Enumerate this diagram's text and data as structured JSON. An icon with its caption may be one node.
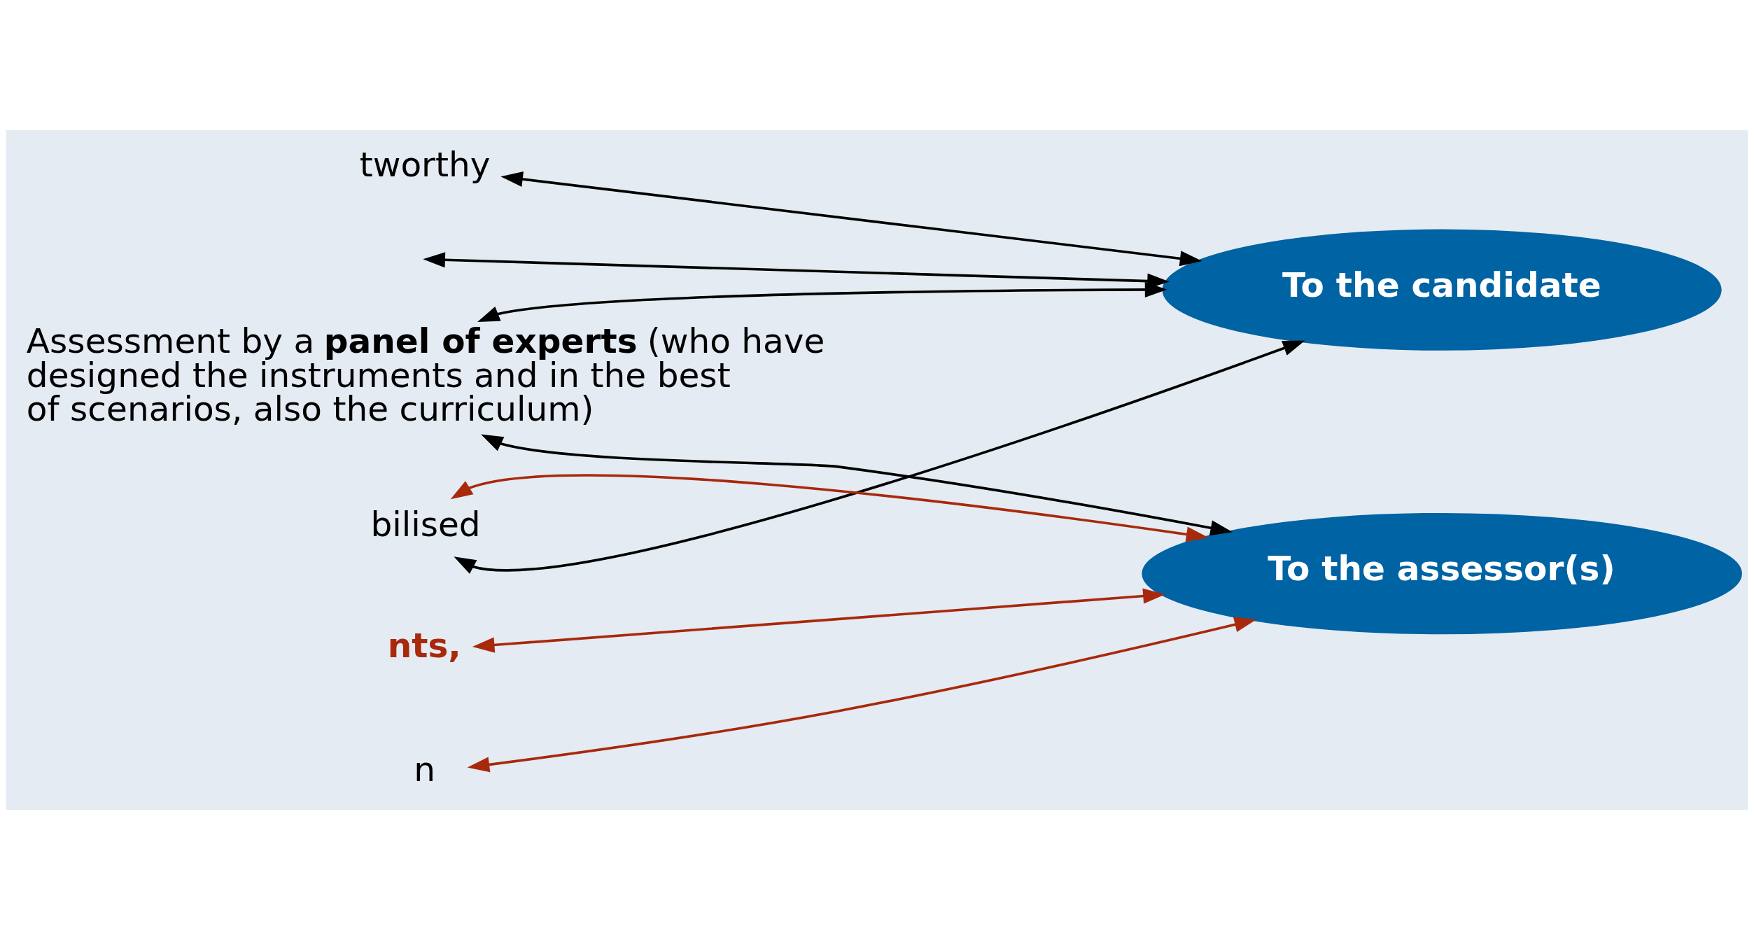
{
  "diagram": {
    "nodes": [
      {
        "text": [
          "Assessment by a **panel of experts** (who have designed the instruments and in the best of scenarios, also the curriculum)"
        ]
      },
      {
        "text": [
          "tworthy"
        ]
      },
      {
        "text": [
          "bilised"
        ]
      },
      {
        "text": [
          "nts,"
        ]
      },
      {
        "text": [
          "n"
        ]
      },
      {
        "text": [
          "To the candidate"
        ]
      },
      {
        "text": [
          "To the assessor(s)"
        ]
      }
    ],
    "edges": [
      {
        "from": 5,
        "to": 1,
        "arrow": "both"
      },
      {
        "from": 6,
        "to": 2,
        "arrow": "both",
        "color": "#a8290b"
      },
      {
        "from": 5,
        "to": 2,
        "arrow": "both"
      },
      {
        "from": 6,
        "to": 3,
        "arrow": "both",
        "color": "#a8290b"
      },
      {
        "from": 6,
        "to": 4,
        "arrow": "both",
        "color": "#a8290b"
      },
      {
        "from": null,
        "to": 5,
        "arrow": "both"
      },
      {
        "from": 5,
        "to": 0,
        "arrow": "both"
      },
      {
        "from": 6,
        "to": 0,
        "arrow": "both"
      }
    ]
  }
}
